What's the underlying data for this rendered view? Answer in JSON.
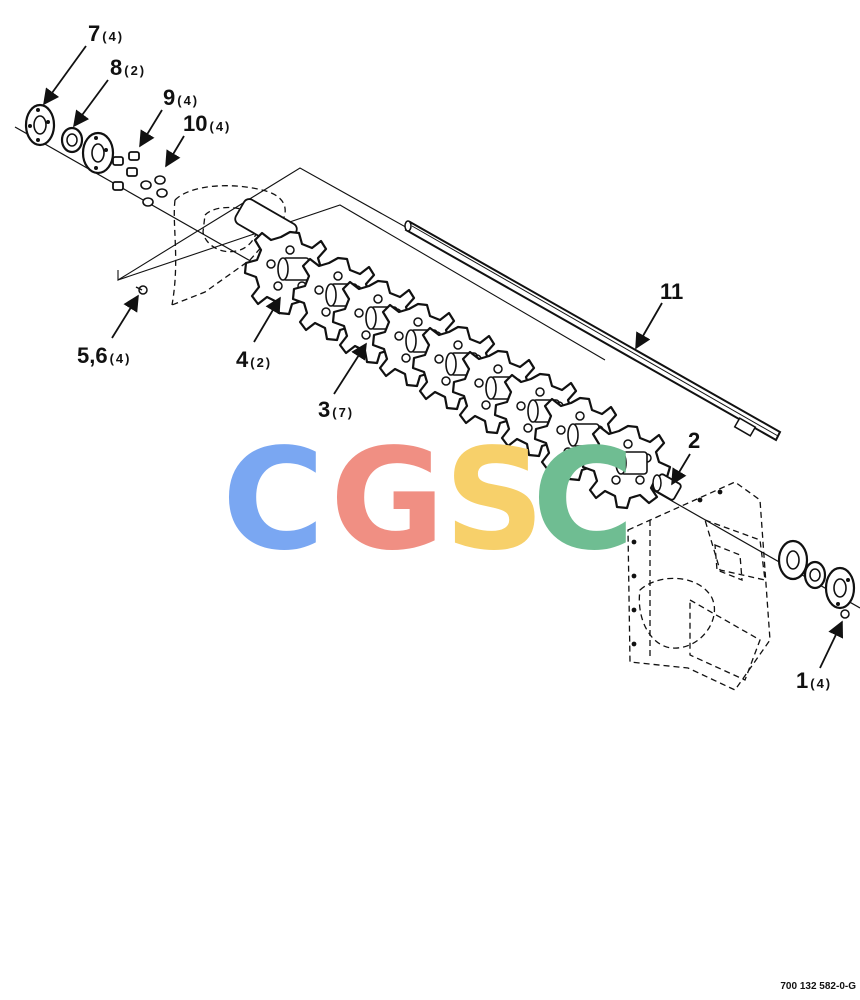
{
  "callouts": {
    "c7": {
      "num": "7",
      "qty": "(4)"
    },
    "c8": {
      "num": "8",
      "qty": "(2)"
    },
    "c9": {
      "num": "9",
      "qty": "(4)"
    },
    "c10": {
      "num": "10",
      "qty": "(4)"
    },
    "c56": {
      "num": "5,6",
      "qty": "(4)"
    },
    "c4": {
      "num": "4",
      "qty": "(2)"
    },
    "c3": {
      "num": "3",
      "qty": "(7)"
    },
    "c11": {
      "num": "11",
      "qty": ""
    },
    "c2": {
      "num": "2",
      "qty": ""
    },
    "c1": {
      "num": "1",
      "qty": "(4)"
    }
  },
  "drawing_number": "700 132 582-0-G",
  "watermark": {
    "text": "CGSC",
    "colors": [
      "#7aa7f2",
      "#f08f83",
      "#f7d06a",
      "#6fbd92"
    ]
  }
}
